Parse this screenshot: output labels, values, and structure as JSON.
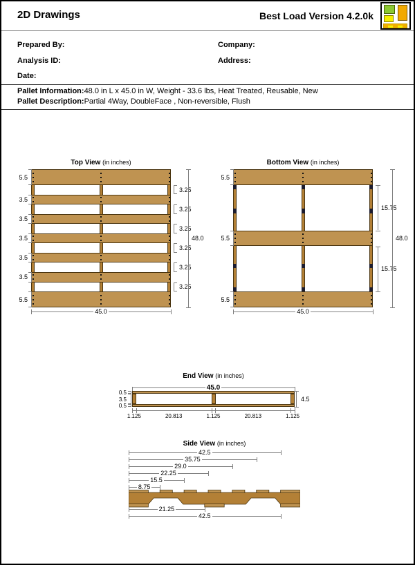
{
  "header": {
    "title": "2D Drawings",
    "version": "Best Load Version 4.2.0k"
  },
  "logo": {
    "green": "#8CC832",
    "amber": "#F2A900",
    "yellow": "#F5F000",
    "pallet_bar": "#EFAF00"
  },
  "form": {
    "prepared_by_label": "Prepared By:",
    "company_label": "Company:",
    "analysis_id_label": "Analysis ID:",
    "address_label": "Address:",
    "date_label": "Date:"
  },
  "pallet": {
    "information_label": "Pallet Information:",
    "information_value": "48.0 in L x 45.0 in W, Weight - 33.6 lbs,  Heat Treated, Reusable, New",
    "description_label": "Pallet Description:",
    "description_value": "Partial 4Way, DoubleFace , Non-reversible, Flush"
  },
  "drawings": {
    "unit_note": "(in inches)",
    "colors": {
      "board": "#BF9351",
      "stringer": "#B38036",
      "wood_border": "#4a3510",
      "notch_band": "#1c1c2e",
      "dim_line": "#7f7f7f",
      "nail": "#111111"
    },
    "top_view": {
      "title": "Top View",
      "length_in": 48.0,
      "width_in": 45.0,
      "boards_in": [
        5.5,
        3.5,
        3.5,
        3.5,
        3.5,
        3.5,
        5.5
      ],
      "gap_in": 3.25,
      "board_labels": [
        "5.5",
        "3.5",
        "3.5",
        "3.5",
        "3.5",
        "3.5",
        "5.5"
      ],
      "gap_labels": [
        "3.25",
        "3.25",
        "3.25",
        "3.25",
        "3.25",
        "3.25"
      ],
      "length_label": "48.0",
      "width_label": "45.0",
      "stringers_in": [
        [
          0,
          1.125
        ],
        [
          21.938,
          1.125
        ],
        [
          43.875,
          1.125
        ]
      ],
      "nails_per_board": [
        3,
        2,
        2,
        2,
        2,
        2,
        3
      ],
      "gap_style": "bracket"
    },
    "bottom_view": {
      "title": "Bottom View",
      "length_in": 48.0,
      "width_in": 45.0,
      "boards_in": [
        5.5,
        5.5,
        5.5
      ],
      "gap_in": 15.75,
      "board_labels": [
        "5.5",
        "5.5",
        "5.5"
      ],
      "gap_labels": [
        "15.75",
        "15.75"
      ],
      "length_label": "48.0",
      "width_label": "45.0",
      "stringers_in": [
        [
          0,
          1.125
        ],
        [
          21.938,
          1.125
        ],
        [
          43.875,
          1.125
        ]
      ],
      "notch_bands_in": [
        [
          5.5,
          7.0
        ],
        [
          13.75,
          15.25
        ],
        [
          32.75,
          34.25
        ],
        [
          41.0,
          42.5
        ]
      ],
      "nails_per_board": [
        3,
        3,
        3
      ],
      "gap_style": "line"
    },
    "end_view": {
      "title": "End View",
      "width_in": 45.0,
      "width_label": "45.0",
      "left_labels": [
        "0.5",
        "3.5",
        "0.5"
      ],
      "right_label": "4.5",
      "bottom_labels": [
        "1.125",
        "20.813",
        "1.125",
        "20.813",
        "1.125"
      ],
      "segments_in": [
        1.125,
        20.813,
        1.125,
        20.813,
        1.125
      ],
      "stringers_in": [
        [
          0,
          1.125
        ],
        [
          21.938,
          1.125
        ],
        [
          43.875,
          1.125
        ]
      ]
    },
    "side_view": {
      "title": "Side View",
      "length_in": 48.0,
      "top_dim_values": [
        42.5,
        35.75,
        29.0,
        22.25,
        15.5,
        8.75
      ],
      "top_dim_labels": [
        "42.5",
        "35.75",
        "29.0",
        "22.25",
        "15.5",
        "8.75"
      ],
      "bottom_dim_values": [
        21.25,
        42.5
      ],
      "bottom_dim_labels": [
        "21.25",
        "42.5"
      ],
      "top_boards_in": [
        [
          0,
          5.5
        ],
        [
          8.75,
          3.5
        ],
        [
          15.5,
          3.5
        ],
        [
          22.25,
          3.5
        ],
        [
          29.0,
          3.5
        ],
        [
          35.75,
          3.5
        ],
        [
          42.5,
          5.5
        ]
      ],
      "bottom_boards_in": [
        [
          0,
          5.5
        ],
        [
          21.25,
          5.5
        ],
        [
          42.5,
          5.5
        ]
      ],
      "notches_in": [
        [
          5.5,
          15.25
        ],
        [
          32.75,
          42.5
        ]
      ],
      "notch_chamfer_in": 1.5
    }
  }
}
